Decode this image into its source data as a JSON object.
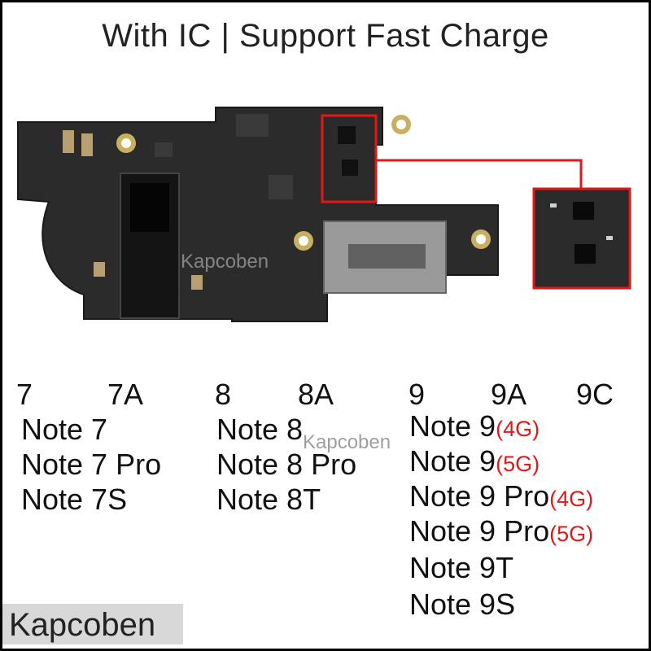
{
  "title": "With IC | Support Fast Charge",
  "watermark": "Kapcoben",
  "brand_label": "Kapcoben",
  "colors": {
    "highlight": "#e01818",
    "pcb": "#2b2b2b"
  },
  "columns": [
    {
      "short_models": [
        "7",
        "7A"
      ],
      "models": [
        {
          "name": "Note 7",
          "tag": ""
        },
        {
          "name": "Note 7 Pro",
          "tag": ""
        },
        {
          "name": "Note 7S",
          "tag": ""
        }
      ]
    },
    {
      "short_models": [
        "8",
        "8A"
      ],
      "models": [
        {
          "name": "Note 8",
          "tag": ""
        },
        {
          "name": "Note 8 Pro",
          "tag": ""
        },
        {
          "name": "Note 8T",
          "tag": ""
        }
      ]
    },
    {
      "short_models": [
        "9",
        "9A",
        "9C"
      ],
      "models": [
        {
          "name": "Note 9",
          "tag": "(4G)"
        },
        {
          "name": "Note 9",
          "tag": "(5G)"
        },
        {
          "name": "Note 9 Pro",
          "tag": "(4G)"
        },
        {
          "name": "Note 9 Pro",
          "tag": "(5G)"
        },
        {
          "name": "Note 9T",
          "tag": ""
        },
        {
          "name": "Note 9S",
          "tag": ""
        }
      ]
    }
  ]
}
